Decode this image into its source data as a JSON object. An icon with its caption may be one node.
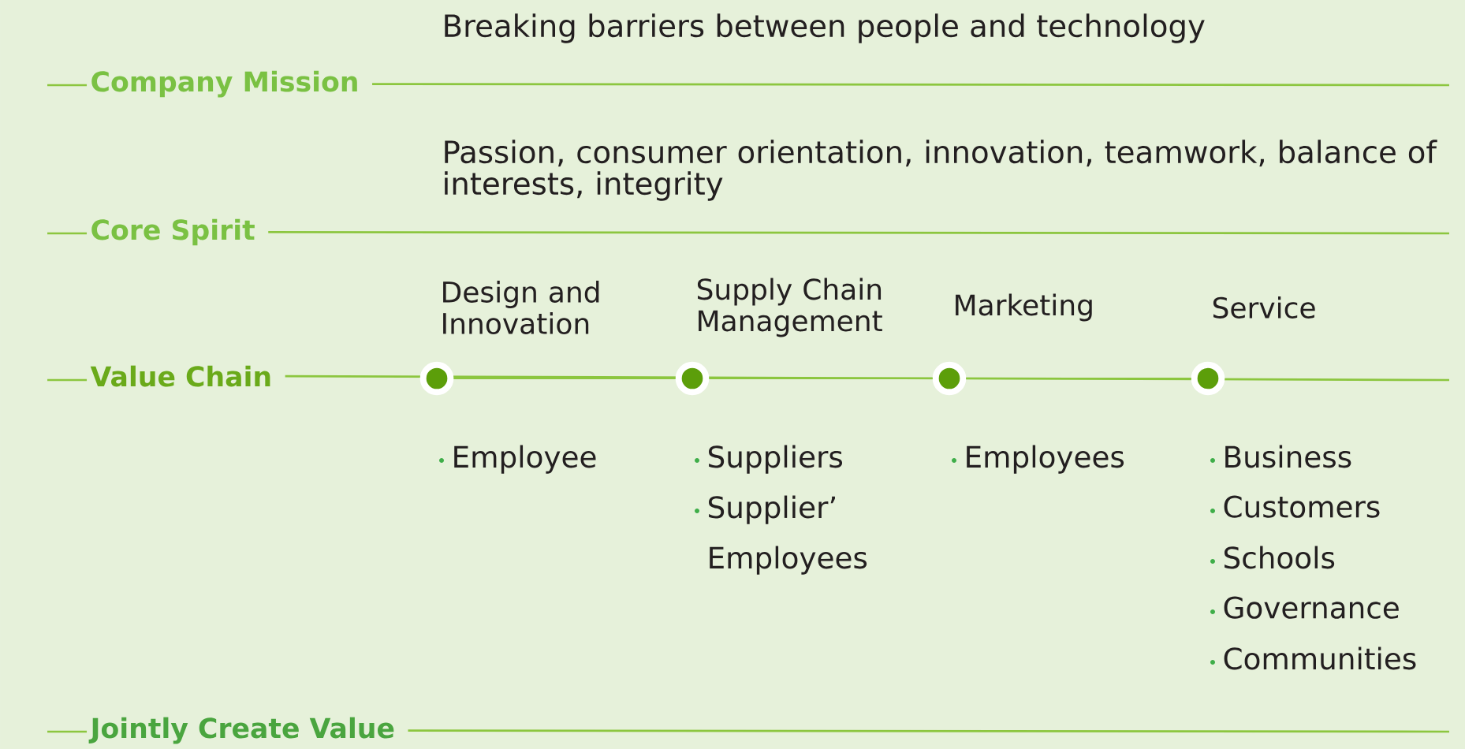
{
  "diagram": {
    "nodes": [
      {
        "text": [],
        "shape": "circle",
        "beside": [
          "Design and Innovation",
          "Employee"
        ]
      },
      {
        "text": [],
        "shape": "circle",
        "beside": [
          "Supply Chain Management",
          "Suppliers",
          "Supplier’ Employees"
        ]
      },
      {
        "text": [],
        "shape": "circle",
        "beside": [
          "Marketing",
          "Employees"
        ]
      },
      {
        "text": [],
        "shape": "circle",
        "beside": [
          "Service",
          "Business",
          "Customers",
          "Schools",
          "Governance",
          "Communities"
        ]
      }
    ],
    "edges": [
      {
        "from": 0,
        "to": 1,
        "arrow": "none"
      },
      {
        "from": 1,
        "to": 2,
        "arrow": "none"
      },
      {
        "from": 2,
        "to": 3,
        "arrow": "none"
      }
    ],
    "labels": [
      "Breaking barriers between people and technology",
      "Company Mission",
      "Passion, consumer orientation, innovation, teamwork, balance of interests, integrity",
      "Core Spirit",
      "Value Chain",
      "Jointly Create Value"
    ]
  }
}
